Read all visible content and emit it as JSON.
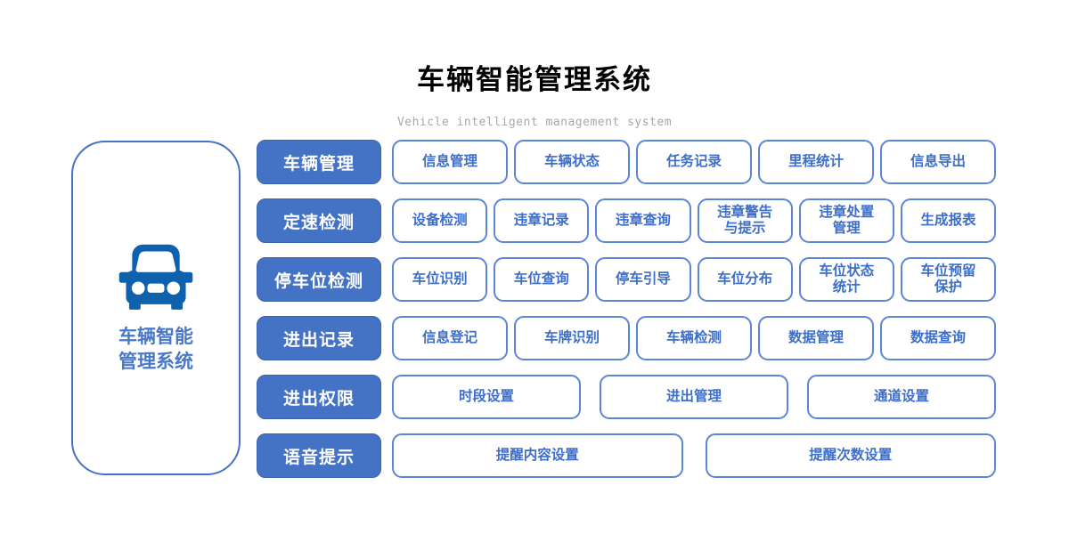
{
  "title": "车辆智能管理系统",
  "subtitle": "Vehicle intelligent management system",
  "root_node": {
    "label": "车辆智能\n管理系统",
    "icon": "car-icon"
  },
  "colors": {
    "primary": "#4472C4",
    "item_border": "#5C86D5",
    "item_text": "#3D6EC9",
    "icon_blue": "#0E62AD",
    "root_text": "#4A78C8",
    "subtitle_gray": "#A8A8A8"
  },
  "rows": [
    {
      "category": "车辆管理",
      "items": [
        "信息管理",
        "车辆状态",
        "任务记录",
        "里程统计",
        "信息导出"
      ]
    },
    {
      "category": "定速检测",
      "items": [
        "设备检测",
        "违章记录",
        "违章查询",
        "违章警告\n与提示",
        "违章处置\n管理",
        "生成报表"
      ]
    },
    {
      "category": "停车位检测",
      "items": [
        "车位识别",
        "车位查询",
        "停车引导",
        "车位分布",
        "车位状态\n统计",
        "车位预留\n保护"
      ]
    },
    {
      "category": "进出记录",
      "items": [
        "信息登记",
        "车牌识别",
        "车辆检测",
        "数据管理",
        "数据查询"
      ]
    },
    {
      "category": "进出权限",
      "items": [
        "时段设置",
        "进出管理",
        "通道设置"
      ]
    },
    {
      "category": "语音提示",
      "items": [
        "提醒内容设置",
        "提醒次数设置"
      ]
    }
  ]
}
